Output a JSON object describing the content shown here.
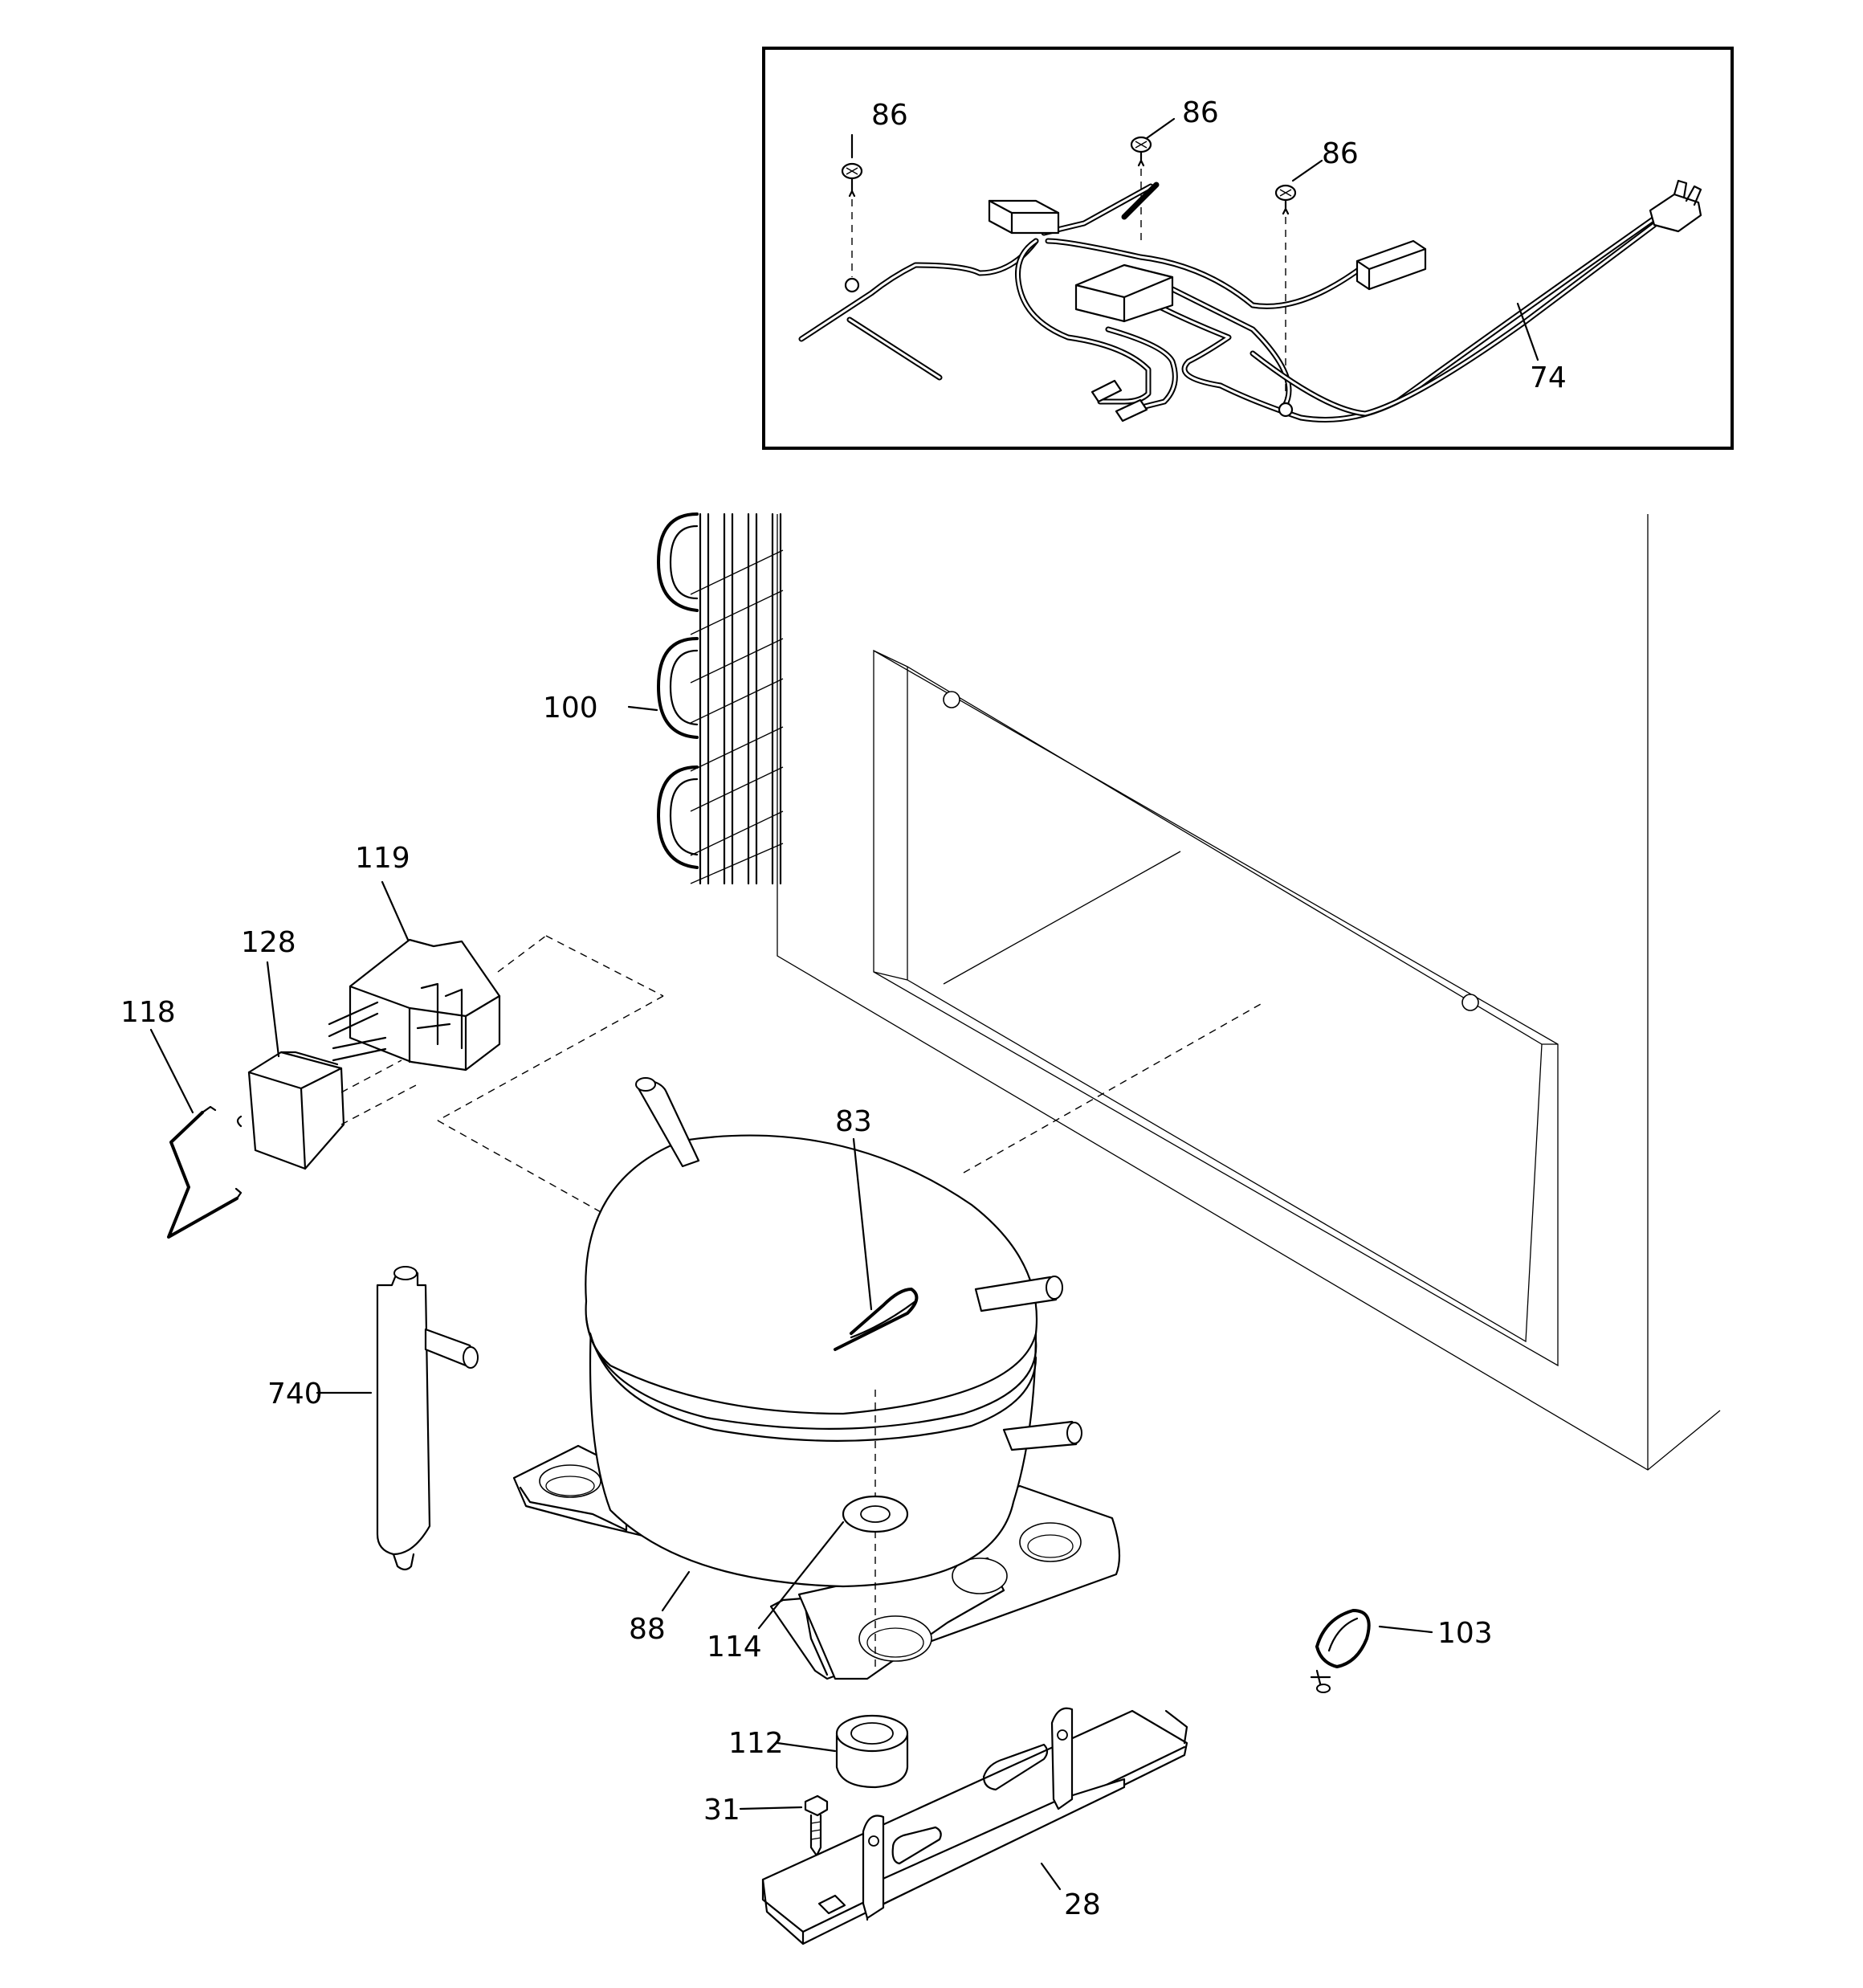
{
  "callouts": [
    {
      "id": "86a",
      "text": "86"
    },
    {
      "id": "86b",
      "text": "86"
    },
    {
      "id": "86c",
      "text": "86"
    },
    {
      "id": "74",
      "text": "74"
    },
    {
      "id": "100",
      "text": "100"
    },
    {
      "id": "119",
      "text": "119"
    },
    {
      "id": "128",
      "text": "128"
    },
    {
      "id": "118",
      "text": "118"
    },
    {
      "id": "83",
      "text": "83"
    },
    {
      "id": "740",
      "text": "740"
    },
    {
      "id": "88",
      "text": "88"
    },
    {
      "id": "114",
      "text": "114"
    },
    {
      "id": "103",
      "text": "103"
    },
    {
      "id": "112",
      "text": "112"
    },
    {
      "id": "31",
      "text": "31"
    },
    {
      "id": "28",
      "text": "28"
    }
  ]
}
